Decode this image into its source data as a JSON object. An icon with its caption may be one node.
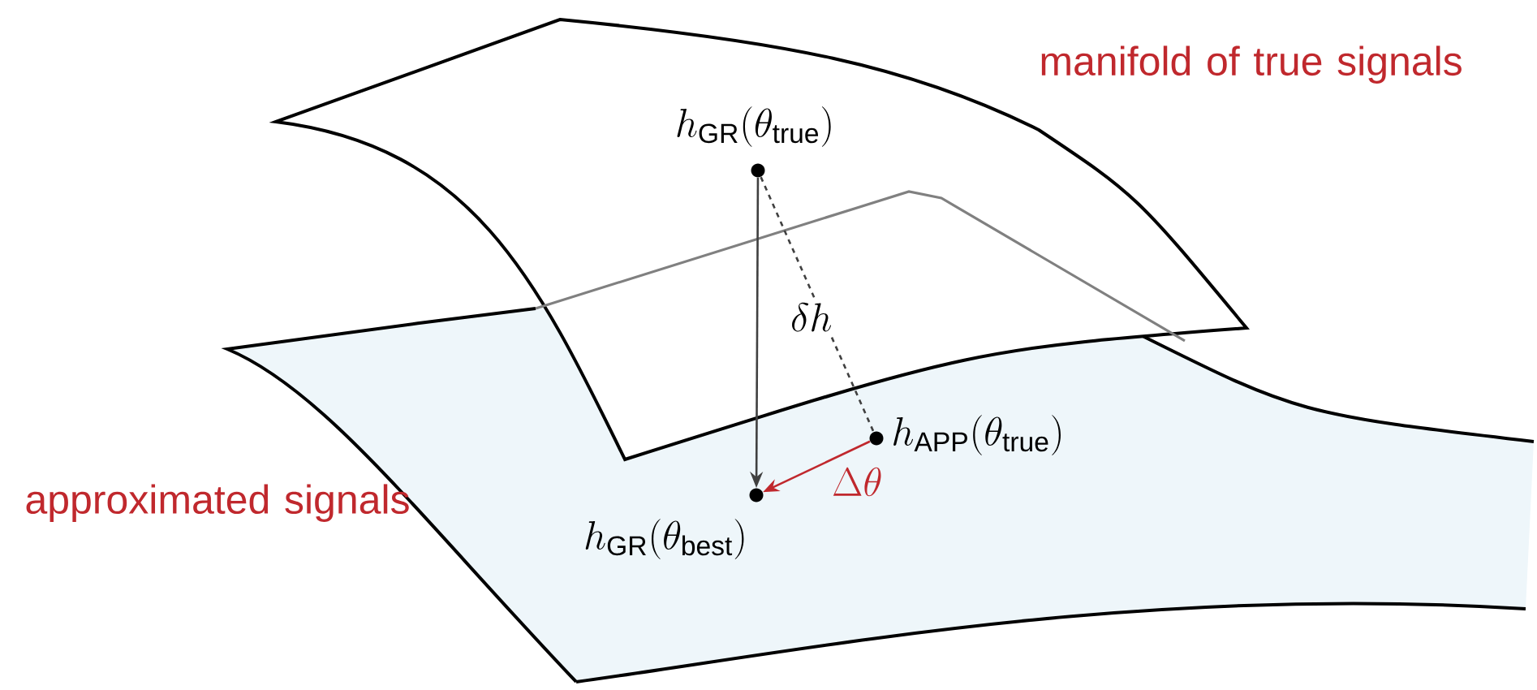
{
  "diagram": {
    "nodes": [
      {
        "text": [
          "h_{\\mathrm{GR}}(\\theta_{\\mathrm{true}})"
        ]
      },
      {
        "text": [
          "h_{\\mathrm{APP}}(\\theta_{\\mathrm{true}})"
        ]
      },
      {
        "text": [
          "h_{\\mathrm{GR}}(\\theta_{\\mathrm{best}})"
        ]
      }
    ],
    "edges": [
      {
        "from": 0,
        "to": 2,
        "arrow": "to"
      },
      {
        "from": 0,
        "to": 1,
        "arrow": "none",
        "style": "dashed",
        "label": "\\delta h"
      },
      {
        "from": 1,
        "to": 2,
        "arrow": "to",
        "color": "#c0282d",
        "label": "\\Delta\\theta"
      }
    ],
    "labels": [
      "manifold of true signals",
      "approximated signals"
    ]
  }
}
